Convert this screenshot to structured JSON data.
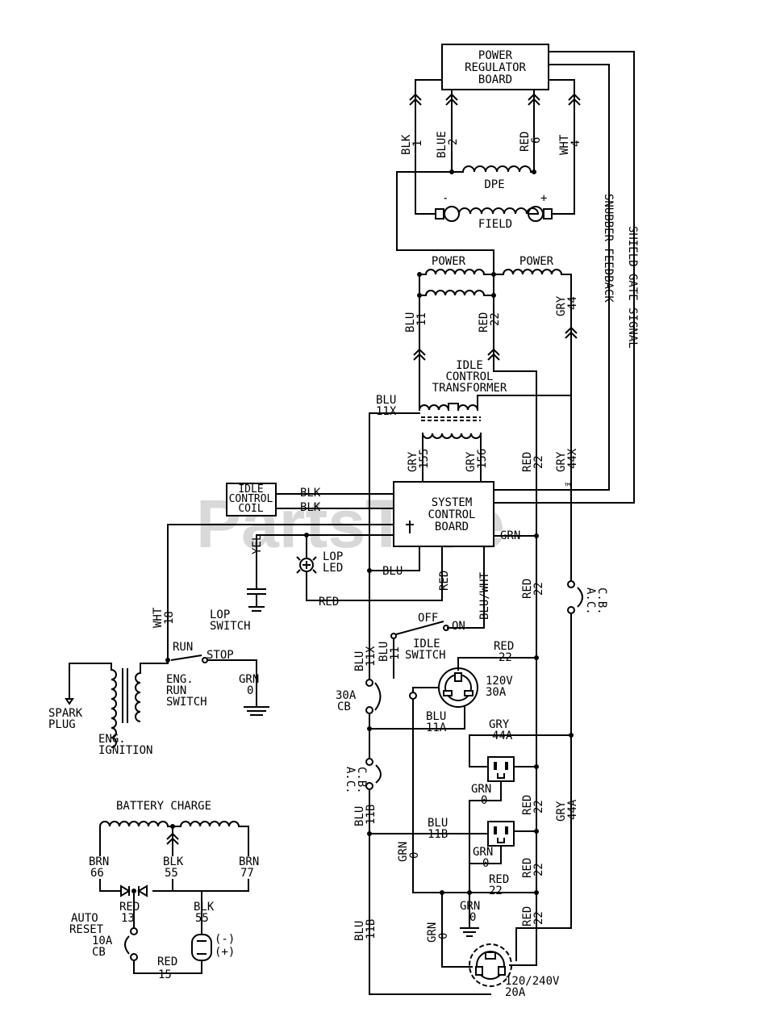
{
  "watermark": "PartsTree",
  "watermark_tm": "™",
  "components": {
    "power_regulator_board": [
      "POWER",
      "REGULATOR",
      "BOARD"
    ],
    "system_control_board": [
      "SYSTEM",
      "CONTROL",
      "BOARD"
    ],
    "idle_control_coil": [
      "IDLE",
      "CONTROL",
      "COIL"
    ],
    "idle_control_transformer": [
      "IDLE",
      "CONTROL",
      "TRANSFORMER"
    ],
    "dpe": "DPE",
    "field": "FIELD",
    "field_minus": "-",
    "field_plus": "+",
    "power_left": "POWER",
    "power_right": "POWER",
    "lop_led": [
      "LOP",
      "LED"
    ],
    "lop_switch": [
      "LOP",
      "SWITCH"
    ],
    "idle_switch": [
      "IDLE",
      "SWITCH"
    ],
    "idle_off": "OFF",
    "idle_on": "ON",
    "eng_run_switch": [
      "ENG.",
      "RUN",
      "SWITCH"
    ],
    "run": "RUN",
    "stop": "STOP",
    "spark_plug": [
      "SPARK",
      "PLUG"
    ],
    "eng_ignition": [
      "ENG.",
      "IGNITION"
    ],
    "battery_charge": "BATTERY CHARGE",
    "auto_reset_cb": [
      "AUTO",
      "RESET",
      "10A",
      "CB"
    ],
    "cb_30a": [
      "30A",
      "CB"
    ],
    "ac_cb": [
      "A.C.",
      "C.B."
    ],
    "receptacle_120v": [
      "120V",
      "30A"
    ],
    "receptacle_120_240v": [
      "120/240V",
      "20A"
    ],
    "battery_minus": "(-)",
    "battery_plus": "(+)"
  },
  "vertical_labels": {
    "shield_gate_signal": "SHIELD GATE SIGNAL",
    "snubber_feedback": "SNUBBER FEEDBACK"
  },
  "wires": {
    "blk1": [
      "BLK",
      "1"
    ],
    "blue2": [
      "BLUE",
      "2"
    ],
    "red6": [
      "RED",
      "6"
    ],
    "wht4": [
      "WHT",
      "4"
    ],
    "blu11": [
      "BLU",
      "11"
    ],
    "red22_top": [
      "RED",
      "22"
    ],
    "gry44_top": [
      "GRY",
      "44"
    ],
    "blu11x_top": [
      "BLU",
      "11X"
    ],
    "gry155": [
      "GRY",
      "155"
    ],
    "gry156": [
      "GRY",
      "156"
    ],
    "red22_mid": [
      "RED",
      "22"
    ],
    "gry44x": [
      "GRY",
      "44X"
    ],
    "blk_coil1": "BLK",
    "blk_coil2": "BLK",
    "grn_scb": "GRN",
    "yel": "YEL",
    "blu_scb": "BLU",
    "red_scb": "RED",
    "red_lop": "RED",
    "blu_wht": "BLU/WHT",
    "red22_low": [
      "RED",
      "22"
    ],
    "wht18": [
      "WHT",
      "18"
    ],
    "grn0_run": [
      "GRN",
      "0"
    ],
    "blu11x_low": [
      "BLU",
      "11X"
    ],
    "blu11_low": [
      "BLU",
      "11"
    ],
    "red22_rcpt": [
      "RED",
      "22"
    ],
    "blu11a": [
      "BLU",
      "11A"
    ],
    "gry44a_h": [
      "GRY",
      "44A"
    ],
    "grn0_a": [
      "GRN",
      "0"
    ],
    "red22_b": [
      "RED",
      "22"
    ],
    "blu11b_v": [
      "BLU",
      "11B"
    ],
    "blu11b_h": [
      "BLU",
      "11B"
    ],
    "gry44a_v": [
      "GRY",
      "44A"
    ],
    "grn0_b": [
      "GRN",
      "0"
    ],
    "red22_c": [
      "RED",
      "22"
    ],
    "grn0_v": [
      "GRN",
      "0"
    ],
    "red22_h": [
      "RED",
      "22"
    ],
    "blu11b_low": [
      "BLU",
      "11B"
    ],
    "grn0_gnd": [
      "GRN",
      "0"
    ],
    "grn0_v2": [
      "GRN",
      "0"
    ],
    "red22_d": [
      "RED",
      "22"
    ],
    "brn66": [
      "BRN",
      "66"
    ],
    "blk55_top": [
      "BLK",
      "55"
    ],
    "brn77": [
      "BRN",
      "77"
    ],
    "red13": [
      "RED",
      "13"
    ],
    "blk55_bot": [
      "BLK",
      "55"
    ],
    "red15": [
      "RED",
      "15"
    ]
  }
}
